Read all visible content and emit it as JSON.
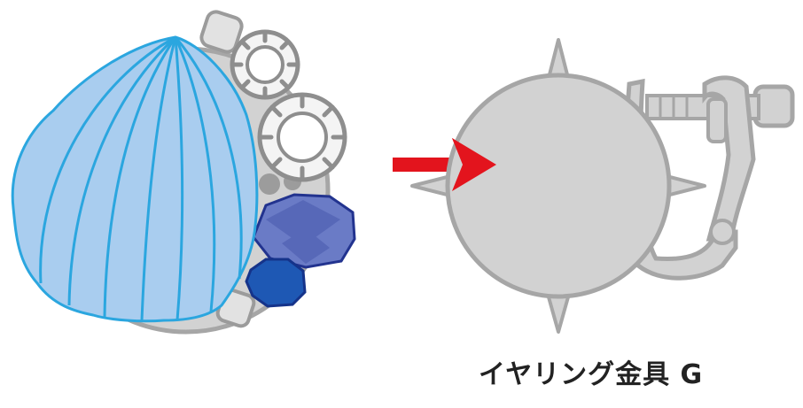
{
  "caption": "イヤリング金具 G",
  "colors": {
    "shell_fill": "#a9cdef",
    "shell_stroke": "#2ba6df",
    "metal_fill": "#d2d2d2",
    "metal_stroke": "#a6a6a6",
    "gem_blue_light": "#6a7bc6",
    "gem_blue_dark": "#1e58b4",
    "arrow": "#e3141d"
  },
  "icons": [
    "shell-brooch-illustration",
    "arrow-right-icon",
    "earring-clip-illustration"
  ]
}
